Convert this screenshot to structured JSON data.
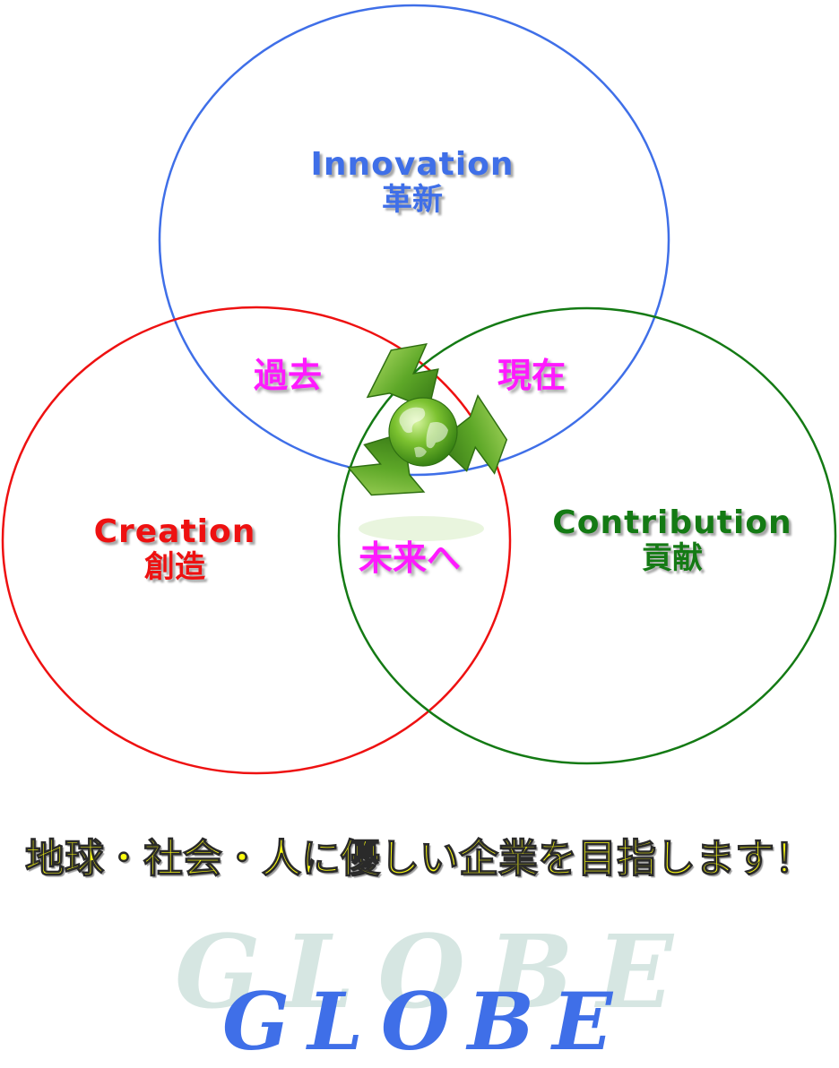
{
  "circles": {
    "innovation": {
      "title_en": "Innovation",
      "title_jp": "革新",
      "color": "#3f6fe8"
    },
    "creation": {
      "title_en": "Creation",
      "title_jp": "創造",
      "color": "#ee1111"
    },
    "contribution": {
      "title_en": "Contribution",
      "title_jp": "貢献",
      "color": "#147a14"
    }
  },
  "keywords": {
    "past": "過去",
    "present": "現在",
    "future": "未来へ",
    "color": "#ff19ff"
  },
  "center_icon": "recycle-globe-icon",
  "slogan": "地球・社会・人に優しい企業を目指します！",
  "logo": {
    "shadow_text": "GLOBE",
    "main_text": "GLOBE",
    "main_color": "#3f6fe8",
    "shadow_color": "#d6e6e2"
  }
}
